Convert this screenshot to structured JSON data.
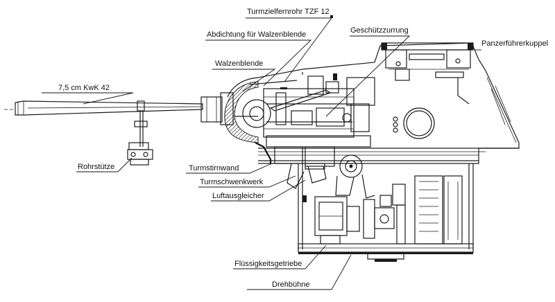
{
  "labels": {
    "tzf": "Turmzielfernrohr TZF 12",
    "abdichtung": "Abdichtung für Walzenblende",
    "geschuetzzurrung": "Geschützzurrung",
    "panzerfuehrerkuppel": "Panzerführerkuppel",
    "walzenblende": "Walzenblende",
    "kwk": "7,5 cm KwK 42",
    "rohrstuetze": "Rohrstütze",
    "turmstirnwand": "Turmstirnwand",
    "turmschwenkwerk": "Turmschwenkwerk",
    "luftausgleicher": "Luftausgleicher",
    "fluessigkeitsgetriebe": "Flüssigkeitsgetriebe",
    "drehbuehne": "Drehbühne"
  }
}
